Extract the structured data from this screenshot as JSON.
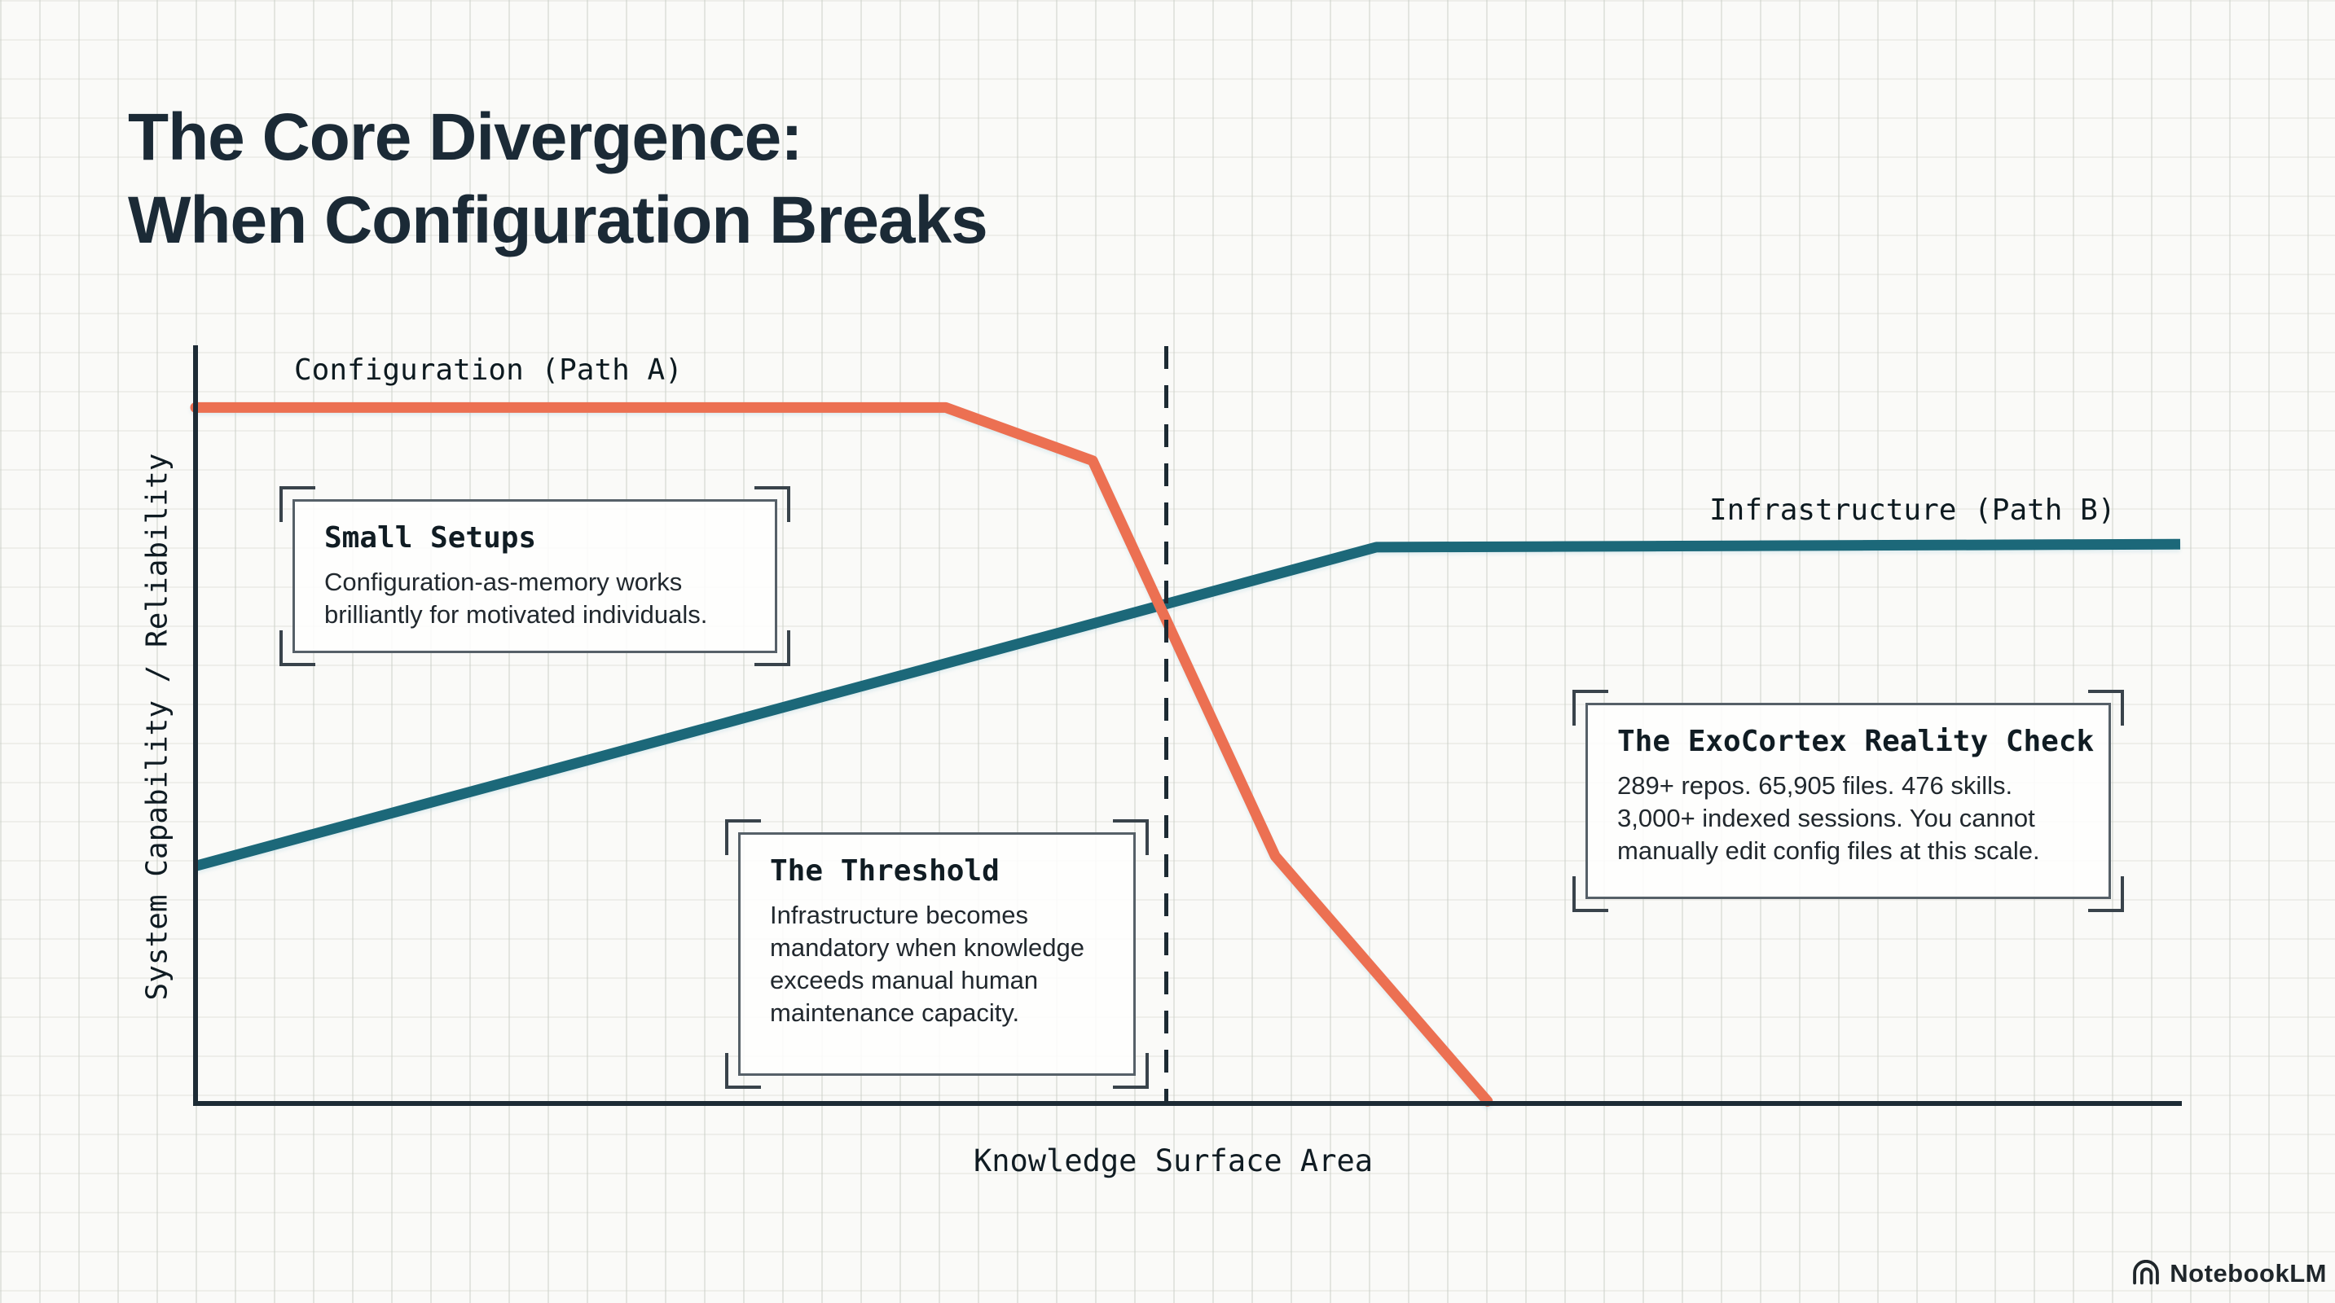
{
  "title": {
    "line1": "The Core Divergence:",
    "line2": "When Configuration Breaks"
  },
  "chart_data": {
    "type": "line",
    "title": "The Core Divergence: When Configuration Breaks",
    "xlabel": "Knowledge Surface Area",
    "ylabel": "System Capability / Reliability",
    "x_range_pct": [
      0,
      100
    ],
    "y_range_pct": [
      0,
      100
    ],
    "grid": "faint graph-paper grid, no tick labels",
    "legend_position": "labels drawn directly above each line",
    "series": [
      {
        "name": "Configuration (Path A)",
        "color": "#ec7052",
        "points_pct": [
          [
            0,
            91.8
          ],
          [
            37.8,
            91.8
          ],
          [
            45.2,
            84.8
          ],
          [
            54.4,
            32.7
          ],
          [
            65.1,
            0.4
          ]
        ]
      },
      {
        "name": "Infrastructure (Path B)",
        "color": "#1c6879",
        "points_pct": [
          [
            0,
            31.4
          ],
          [
            59.5,
            73.4
          ],
          [
            100,
            73.8
          ]
        ]
      }
    ],
    "threshold_line": {
      "x_pct": 48.9,
      "style": "vertical dashed",
      "color": "#1c2a33"
    }
  },
  "annotations": [
    {
      "title": "Small Setups",
      "body_lines": [
        "Configuration-as-memory works",
        "brilliantly for motivated individuals."
      ]
    },
    {
      "title": "The Threshold",
      "body_lines": [
        "Infrastructure becomes",
        "mandatory when knowledge",
        "exceeds manual human",
        "maintenance capacity."
      ]
    },
    {
      "title": "The ExoCortex Reality Check",
      "body_lines": [
        "289+ repos. 65,905 files. 476 skills.",
        "3,000+ indexed sessions. You cannot",
        "manually edit config files at this scale."
      ]
    }
  ],
  "colors": {
    "background": "#fafaf8",
    "axis": "#1d2b35",
    "path_a": "#ec7052",
    "path_b": "#1c6879",
    "text": "#1b2a36"
  },
  "footer": {
    "brand": "NotebookLM"
  }
}
